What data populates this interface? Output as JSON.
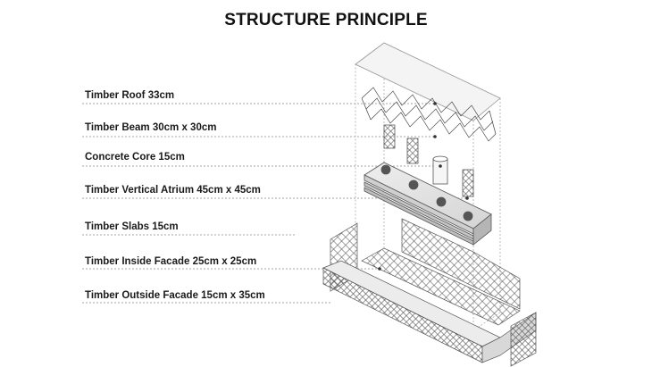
{
  "title": "STRUCTURE PRINCIPLE",
  "labels": [
    "Timber Roof 33cm",
    "Timber Beam 30cm x 30cm",
    "Concrete Core 15cm",
    "Timber Vertical Atrium 45cm x 45cm",
    "Timber Slabs 15cm",
    "Timber Inside Facade 25cm x 25cm",
    "Timber Outside Facade 15cm x 35cm"
  ]
}
